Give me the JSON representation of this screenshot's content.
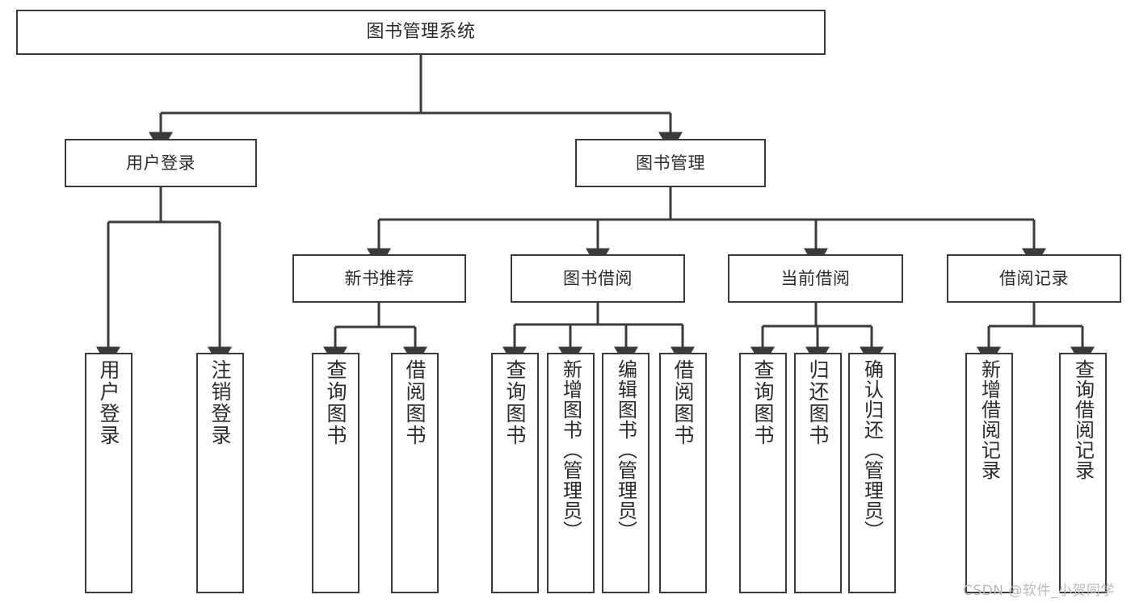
{
  "diagram": {
    "title": "图书管理系统",
    "type": "tree-hierarchy-chart",
    "colors": {
      "box_border": "#3a3a3a",
      "box_fill": "#ffffff",
      "connector": "#3a3a3a",
      "text": "#2b2b2b",
      "watermark": "#b9b9b9",
      "background": "#ffffff"
    },
    "root": {
      "id": "root",
      "label": "图书管理系统"
    },
    "level2": [
      {
        "id": "user-login",
        "label": "用户登录"
      },
      {
        "id": "book-manage",
        "label": "图书管理"
      }
    ],
    "level3": [
      {
        "id": "new-book-recommend",
        "label": "新书推荐",
        "parent": "book-manage"
      },
      {
        "id": "book-borrow",
        "label": "图书借阅",
        "parent": "book-manage"
      },
      {
        "id": "current-borrow",
        "label": "当前借阅",
        "parent": "book-manage"
      },
      {
        "id": "borrow-record",
        "label": "借阅记录",
        "parent": "book-manage"
      }
    ],
    "leaves": {
      "user-login": [
        {
          "id": "leaf-user-login",
          "label": "用户登录"
        },
        {
          "id": "leaf-user-logout",
          "label": "注销登录"
        }
      ],
      "new-book-recommend": [
        {
          "id": "leaf-query-book-1",
          "label": "查询图书"
        },
        {
          "id": "leaf-borrow-book-1",
          "label": "借阅图书"
        }
      ],
      "book-borrow": [
        {
          "id": "leaf-query-book-2",
          "label": "查询图书"
        },
        {
          "id": "leaf-add-book",
          "label": "新增图书（管理员）"
        },
        {
          "id": "leaf-edit-book",
          "label": "编辑图书（管理员）"
        },
        {
          "id": "leaf-borrow-book-2",
          "label": "借阅图书"
        }
      ],
      "current-borrow": [
        {
          "id": "leaf-query-book-3",
          "label": "查询图书"
        },
        {
          "id": "leaf-return-book",
          "label": "归还图书"
        },
        {
          "id": "leaf-confirm-return",
          "label": "确认归还（管理员）"
        }
      ],
      "borrow-record": [
        {
          "id": "leaf-add-record",
          "label": "新增借阅记录"
        },
        {
          "id": "leaf-query-record",
          "label": "查询借阅记录"
        }
      ]
    },
    "watermark": "CSDN @软件_小贺同学"
  }
}
